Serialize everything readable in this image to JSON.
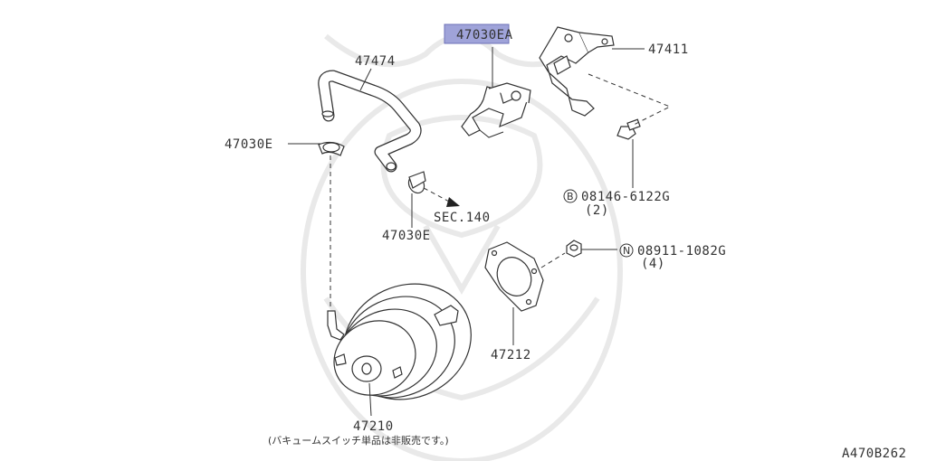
{
  "highlight_color": "#9fa3d9",
  "labels": {
    "p47474": "47474",
    "p47030e_left": "47030E",
    "p47030e_bottom": "47030E",
    "p47030ea_prefix": "47030E",
    "p47030ea_suffix": "A",
    "p47411": "47411",
    "sec140": "SEC.140",
    "bolt_marker": "B",
    "bolt_code": "08146-6122G",
    "bolt_qty": "(2)",
    "nut_marker": "N",
    "nut_code": "08911-1082G",
    "nut_qty": "(4)",
    "p47212": "47212",
    "p47210": "47210",
    "note": "(バキュームスイッチ単品は非販売です。)",
    "figure_code": "A470B262"
  }
}
